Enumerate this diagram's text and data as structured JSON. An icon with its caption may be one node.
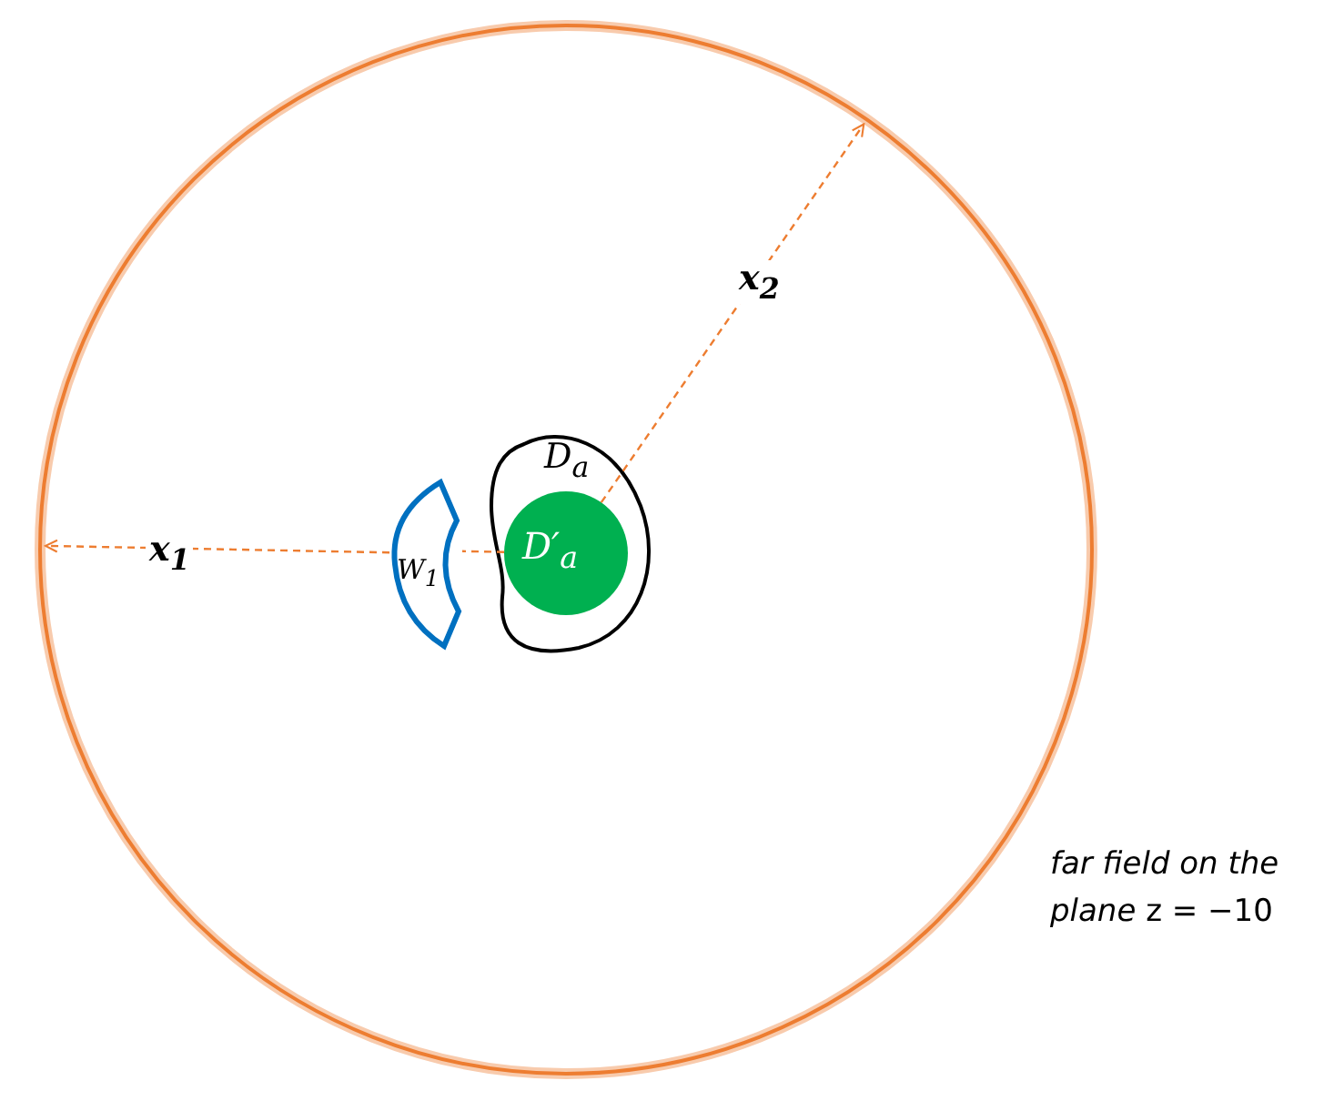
{
  "diagram": {
    "nodes": [
      {
        "text": [],
        "shape": "circle",
        "beside": [
          "*far field on the plane* z = −10"
        ]
      },
      {
        "text": [
          "D$_{a}$"
        ],
        "in": 0
      },
      {
        "text": [
          "D′$_{a}$"
        ],
        "in": 1
      },
      {
        "text": [
          "W$_{1}$"
        ],
        "in": 0
      }
    ],
    "edges": [
      {
        "from": 2,
        "to": 3,
        "arrow": "none",
        "style": "dashed"
      },
      {
        "from": 3,
        "to": 0,
        "arrow": "to",
        "label": "x$_{1}$",
        "style": "dashed"
      },
      {
        "from": 2,
        "to": 0,
        "arrow": "to",
        "label": "x$_{2}$",
        "style": "dashed"
      }
    ]
  }
}
